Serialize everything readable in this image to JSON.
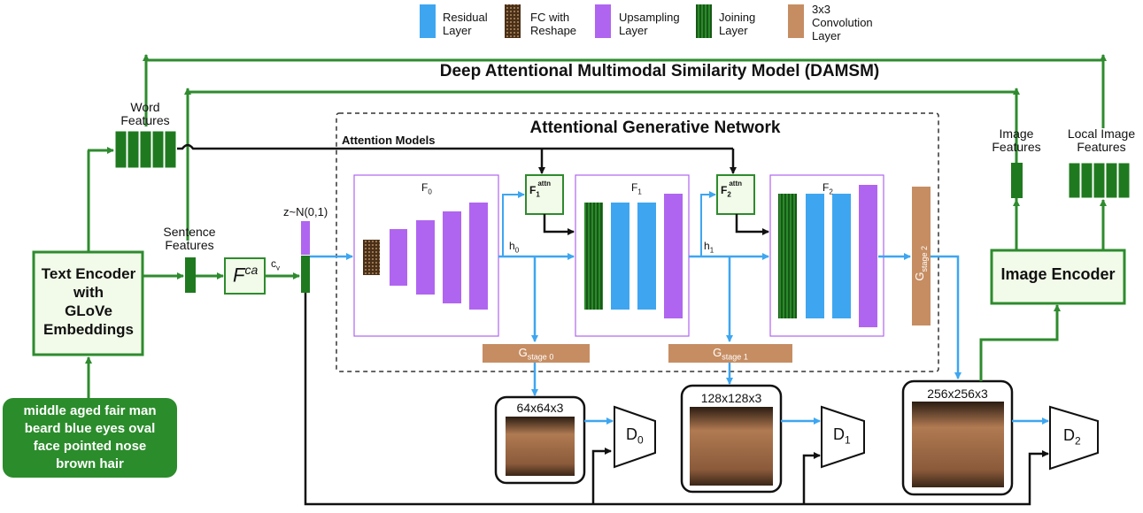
{
  "legend": [
    {
      "label_1": "Residual",
      "label_2": "Layer",
      "color": "#3ea6f0"
    },
    {
      "label_1": "FC with",
      "label_2": "Reshape",
      "color": "#6b4a2a"
    },
    {
      "label_1": "Upsampling",
      "label_2": "Layer",
      "color": "#b065f0"
    },
    {
      "label_1": "Joining",
      "label_2": "Layer",
      "color": "#1f6b1f"
    },
    {
      "label_1": "3x3",
      "label_2": "Convolution",
      "label_3": "Layer",
      "color": "#c68d62"
    }
  ],
  "damsm_title": "Deep Attentional Multimodal Similarity Model (DAMSM)",
  "agn_title": "Attentional Generative Network",
  "attention_models_label": "Attention Models",
  "word_features": {
    "line1": "Word",
    "line2": "Features"
  },
  "sentence_features": {
    "line1": "Sentence",
    "line2": "Features"
  },
  "image_features": {
    "line1": "Image",
    "line2": "Features"
  },
  "local_image_features": {
    "line1": "Local Image",
    "line2": "Features"
  },
  "text_encoder": {
    "line1": "Text Encoder",
    "line2": "with",
    "line3": "GLoVe",
    "line4": "Embeddings"
  },
  "image_encoder": "Image Encoder",
  "input_text": {
    "line1": "middle aged fair man",
    "line2": "beard blue eyes oval",
    "line3": "face pointed nose",
    "line4": "brown hair"
  },
  "fca": {
    "base": "F",
    "sup": "ca"
  },
  "cv": {
    "base": "c",
    "sub": "v"
  },
  "z_noise": "z~N(0,1)",
  "f0": {
    "base": "F",
    "sub": "0"
  },
  "f1": {
    "base": "F",
    "sub": "1"
  },
  "f2": {
    "base": "F",
    "sub": "2"
  },
  "f1_attn": {
    "base": "F",
    "sub": "1",
    "sup": "attn"
  },
  "f2_attn": {
    "base": "F",
    "sub": "2",
    "sup": "attn"
  },
  "h0": {
    "base": "h",
    "sub": "0"
  },
  "h1": {
    "base": "h",
    "sub": "1"
  },
  "g_stage0": {
    "base": "G",
    "sub": "stage 0"
  },
  "g_stage1": {
    "base": "G",
    "sub": "stage 1"
  },
  "g_stage2": {
    "base": "G",
    "sub": "stage 2"
  },
  "img_64": "64x64x3",
  "img_128": "128x128x3",
  "img_256": "256x256x3",
  "d0": {
    "base": "D",
    "sub": "0"
  },
  "d1": {
    "base": "D",
    "sub": "1"
  },
  "d2": {
    "base": "D",
    "sub": "2"
  }
}
